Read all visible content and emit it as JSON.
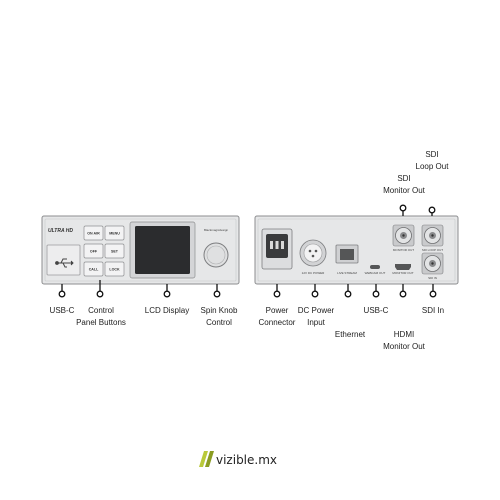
{
  "front": {
    "logo": "ULTRA HD",
    "buttons": [
      "ON AIR",
      "MENU",
      "OFF",
      "SET",
      "CALL",
      "LOCK"
    ],
    "brand": "Blackmagicdesign"
  },
  "rear": {
    "power_text": "12V DC POWER",
    "ethernet_text": "LIVE STREAM",
    "usbc_text": "WEBCAM OUT",
    "hdmi_text": "MONITOR OUT",
    "sdi_monitor_text": "MONITOR OUT",
    "sdi_loop_text": "SDI LOOP OUT",
    "sdi_in_text": "SDI IN"
  },
  "callouts_bottom": {
    "usb_c": [
      "USB-C"
    ],
    "control_panel": [
      "Control",
      "Panel Buttons"
    ],
    "lcd": [
      "LCD Display"
    ],
    "spin_knob": [
      "Spin Knob",
      "Control"
    ],
    "power_connector": [
      "Power",
      "Connector"
    ],
    "dc_power": [
      "DC Power",
      "Input"
    ],
    "ethernet": [
      "Ethernet"
    ],
    "usb_c_rear": [
      "USB-C"
    ],
    "hdmi": [
      "HDMI",
      "Monitor Out"
    ],
    "sdi_in": [
      "SDI In"
    ]
  },
  "callouts_top": {
    "sdi_monitor": [
      "SDI",
      "Monitor Out"
    ],
    "sdi_loop": [
      "SDI",
      "Loop Out"
    ]
  },
  "watermark": "vizible.mx"
}
